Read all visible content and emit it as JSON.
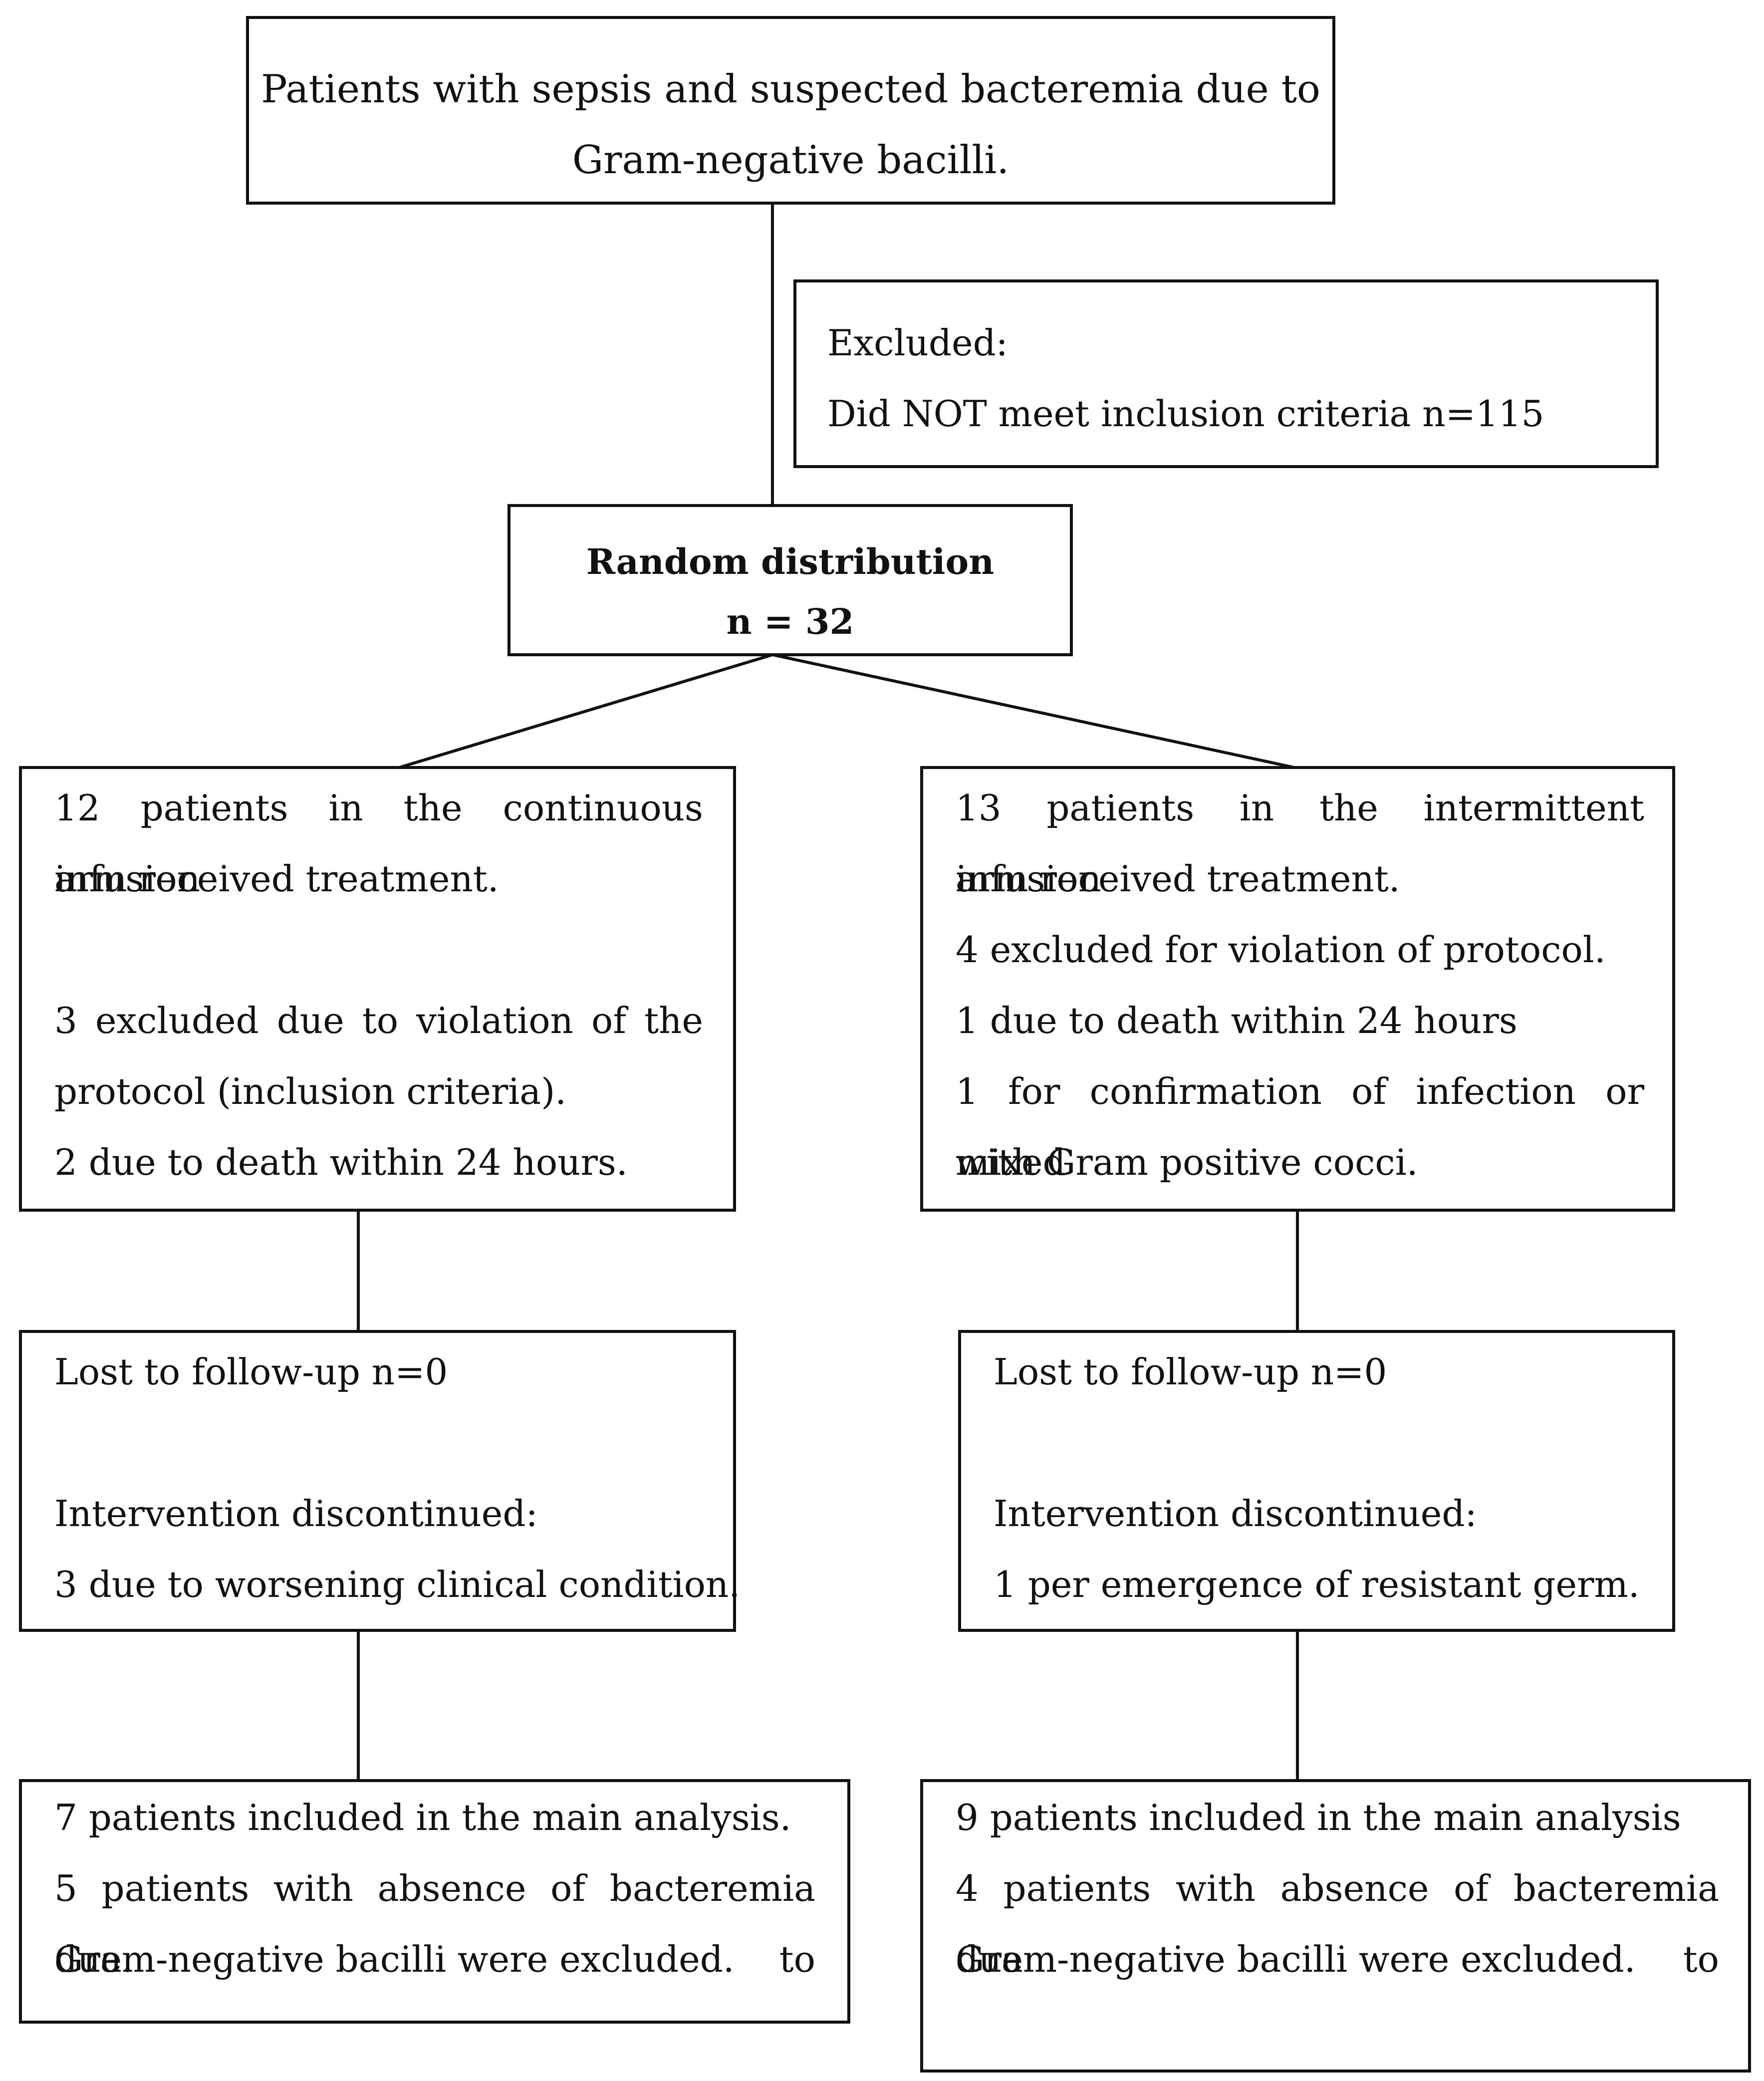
{
  "top_box": {
    "line1": "Patients with sepsis and suspected bacteremia due to",
    "line2": "Gram-negative bacilli."
  },
  "excluded_box": {
    "line1": "Excluded:",
    "line2": "Did NOT meet inclusion criteria n=115"
  },
  "random_box": {
    "line1": "Random distribution",
    "line2": "n = 32"
  },
  "left_arm": {
    "allocation": [
      "12 patients in the continuous infusion",
      "arm received treatment.",
      "",
      "3 excluded due to violation of the",
      "protocol (inclusion criteria).",
      "2 due to death within 24 hours."
    ],
    "followup": [
      "Lost to follow-up n=0",
      "",
      "Intervention discontinued:",
      "3 due to worsening clinical condition."
    ],
    "analysis": [
      "7 patients included in the main analysis.",
      "5 patients with absence of bacteremia due. to",
      "Gram-negative bacilli were excluded."
    ]
  },
  "right_arm": {
    "allocation": [
      "13 patients in the intermittent infusion",
      "arm received treatment.",
      "4 excluded for violation of protocol.",
      "1 due to death within 24 hours",
      "1 for confirmation of infection or mixed",
      "with Gram positive cocci."
    ],
    "followup": [
      "Lost to follow-up n=0",
      "",
      "Intervention discontinued:",
      "1 per emergence of resistant germ."
    ],
    "analysis": [
      "9 patients included in the main analysis",
      "4 patients with absence of bacteremia due to",
      "Gram-negative bacilli were excluded."
    ]
  }
}
